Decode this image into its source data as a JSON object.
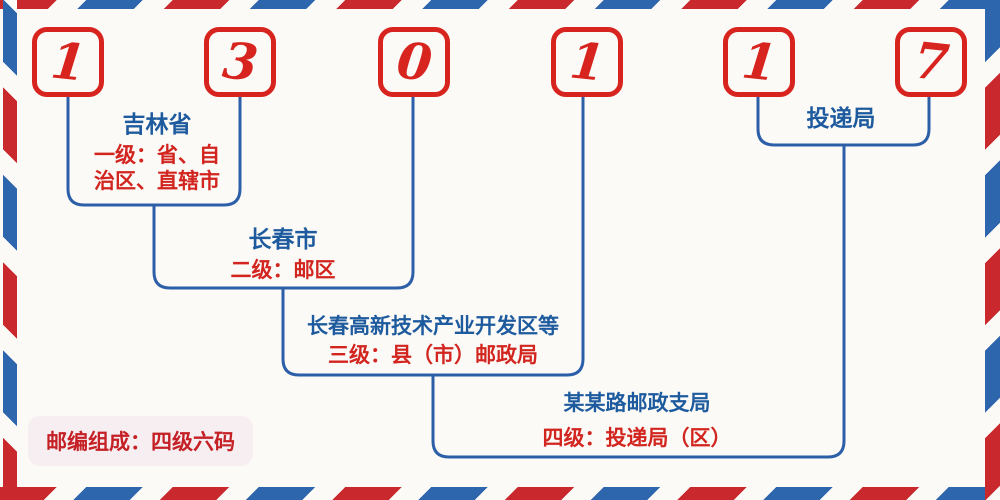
{
  "postal_code": {
    "digits": [
      "1",
      "3",
      "0",
      "1",
      "1",
      "7"
    ]
  },
  "levels": [
    {
      "name": "吉林省",
      "desc": "一级：省、自\n治区、直辖市"
    },
    {
      "name": "长春市",
      "desc": "二级：邮区"
    },
    {
      "name": "长春高新技术产业开发区等",
      "desc": "三级：县（市）邮政局"
    },
    {
      "name": "某某路邮政支局",
      "desc": "四级：投递局（区）"
    },
    {
      "name": "投递局",
      "desc": ""
    }
  ],
  "footer_badge": "邮编组成：四级六码",
  "colors": {
    "digit_red": "#d8241e",
    "text_red": "#d3251f",
    "text_blue": "#1e5b9e",
    "line_blue": "#2c5fa8",
    "stripe_red": "#c9292c",
    "stripe_blue": "#2e66ad",
    "background": "#fbfaf7",
    "badge_background": "#f6eef0"
  }
}
